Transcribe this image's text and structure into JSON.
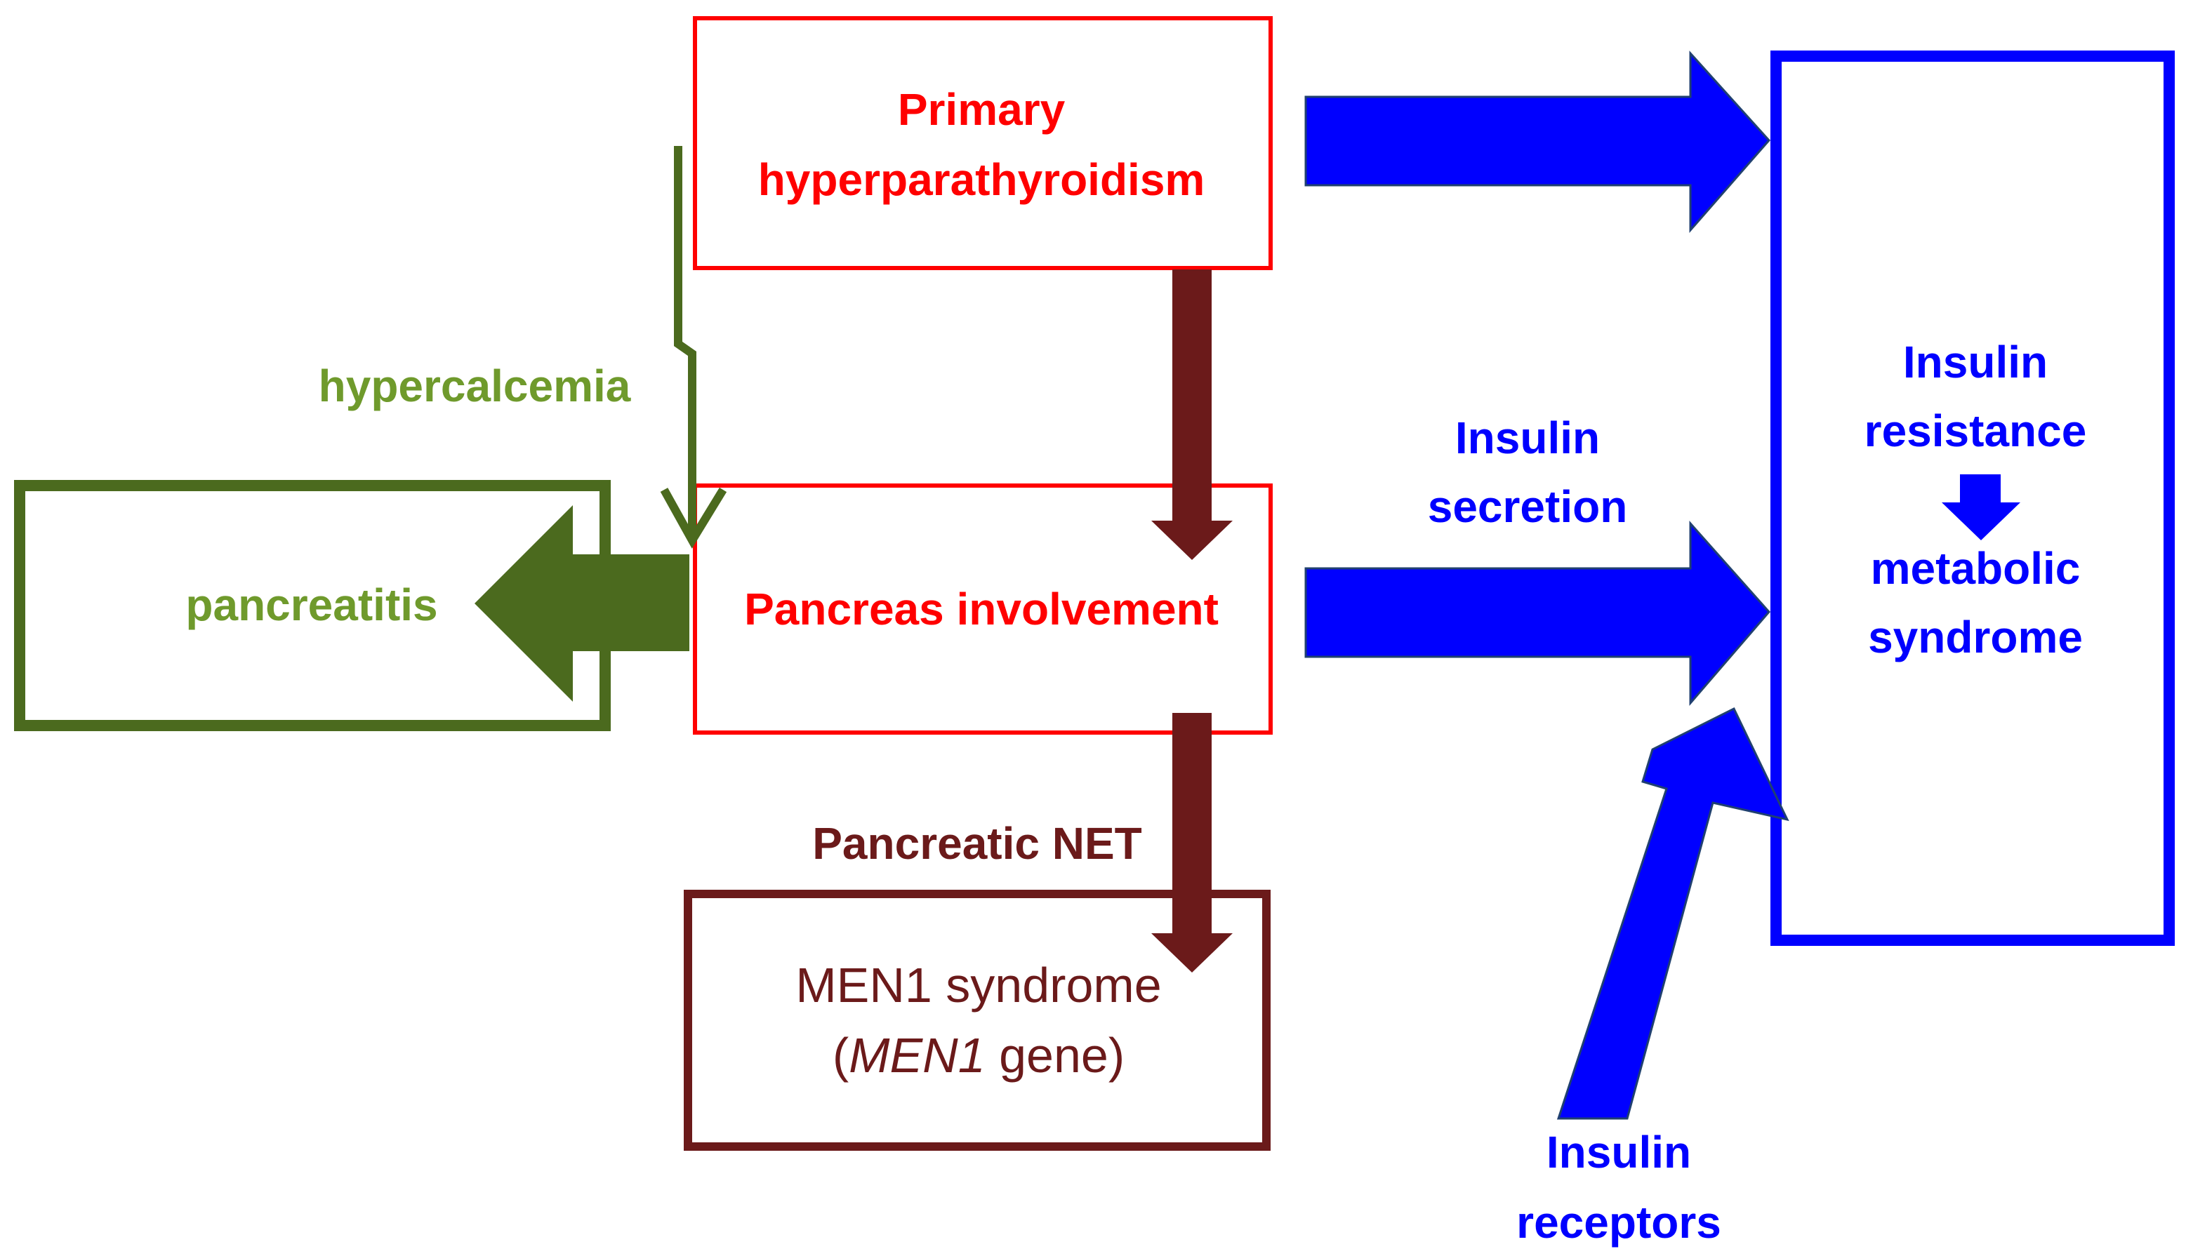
{
  "colors": {
    "red": "#ff0000",
    "green_dark": "#4b6a1e",
    "green_text": "#6f9a2c",
    "brown": "#6b1a1a",
    "blue": "#0000ff"
  },
  "nodes": {
    "primary_hpt": {
      "line1": "Primary",
      "line2": "hyperparathyroidism"
    },
    "pancreas": {
      "label": "Pancreas involvement"
    },
    "pancreatitis": {
      "label": "pancreatitis"
    },
    "men1": {
      "line1": "MEN1 syndrome",
      "line2_open": "(",
      "line2_italic": "MEN1",
      "line2_rest": " gene)"
    },
    "insulin_box": {
      "line1": "Insulin",
      "line2": "resistance",
      "line3": "metabolic",
      "line4": "syndrome"
    }
  },
  "labels": {
    "hypercalcemia": "hypercalcemia",
    "pancreatic_net": "Pancreatic NET",
    "insulin_secretion": {
      "line1": "Insulin",
      "line2": "secretion"
    },
    "insulin_receptors": {
      "line1": "Insulin",
      "line2": "receptors"
    }
  }
}
